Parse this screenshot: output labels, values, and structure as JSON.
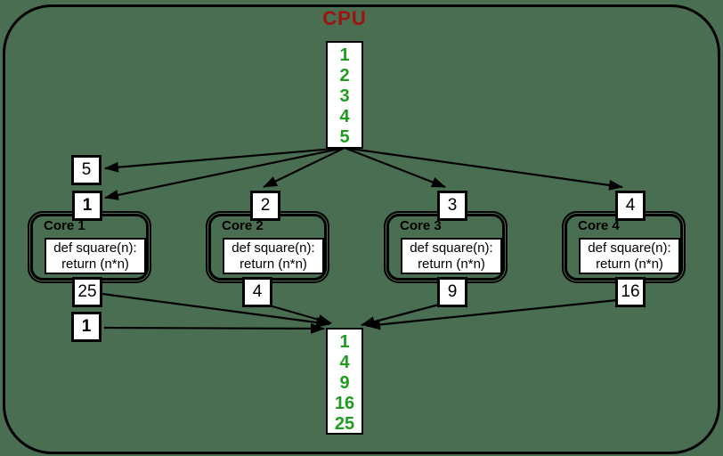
{
  "cpu": {
    "label": "CPU",
    "queue": [
      "1",
      "2",
      "3",
      "4",
      "5"
    ]
  },
  "dispatch": {
    "pending": "5"
  },
  "cores": [
    {
      "name": "Core 1",
      "input": "1",
      "code_line_1": "def square(n):",
      "code_line_2": "return (n*n)",
      "output": "25"
    },
    {
      "name": "Core 2",
      "input": "2",
      "code_line_1": "def square(n):",
      "code_line_2": "return (n*n)",
      "output": "4"
    },
    {
      "name": "Core 3",
      "input": "3",
      "code_line_1": "def square(n):",
      "code_line_2": "return (n*n)",
      "output": "9"
    },
    {
      "name": "Core 4",
      "input": "4",
      "code_line_1": "def square(n):",
      "code_line_2": "return (n*n)",
      "output": "16"
    }
  ],
  "results": {
    "current": "1",
    "queue": [
      "1",
      "4",
      "9",
      "16",
      "25"
    ]
  },
  "colors": {
    "background": "#4a6e52",
    "cpu_label_red": "#a01212",
    "queue_number_green": "#1f9c1f",
    "box_border": "#000000",
    "box_background": "#ffffff"
  }
}
